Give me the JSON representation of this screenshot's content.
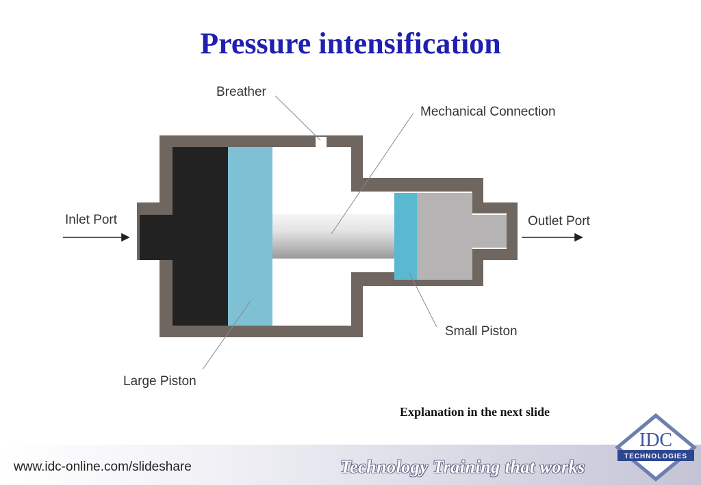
{
  "slide": {
    "title": "Pressure intensification"
  },
  "diagram": {
    "labels": {
      "breather": "Breather",
      "mechanical_connection": "Mechanical Connection",
      "inlet_port": "Inlet Port",
      "outlet_port": "Outlet Port",
      "small_piston": "Small Piston",
      "large_piston": "Large Piston"
    }
  },
  "note": "Explanation in the next slide",
  "footer": {
    "url": "www.idc-online.com/slideshare",
    "tagline": "Technology Training that works"
  },
  "logo": {
    "text": "IDC",
    "subtext": "TECHNOLOGIES"
  },
  "colors": {
    "title": "#1f1fb0",
    "casing": "#6f6660",
    "large_piston_fluid": "#222222",
    "piston": "#7fc1d4",
    "small_piston": "#5ab8d0",
    "outlet_fluid": "#b5b3b3"
  }
}
